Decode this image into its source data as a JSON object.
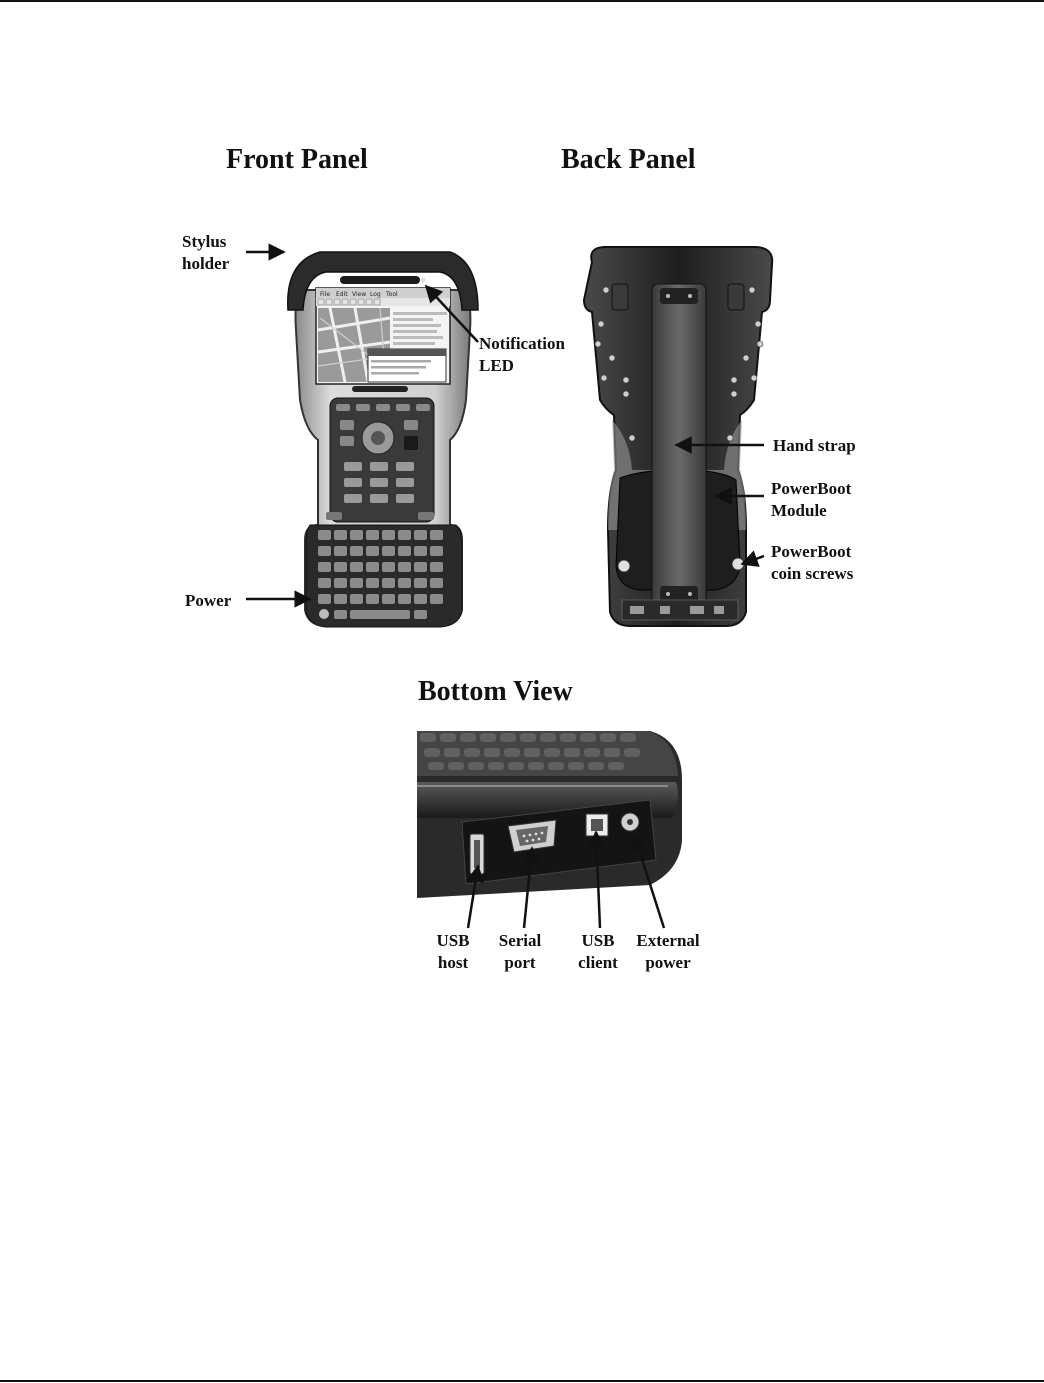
{
  "headings": {
    "front": "Front Panel",
    "back": "Back Panel",
    "bottom": "Bottom View"
  },
  "front_labels": {
    "stylus_1": "Stylus",
    "stylus_2": "holder",
    "notification_1": "Notification",
    "notification_2": "LED",
    "power": "Power"
  },
  "back_labels": {
    "hand_strap": "Hand strap",
    "module_1": "PowerBoot",
    "module_2": "Module",
    "screws_1": "PowerBoot",
    "screws_2": "coin screws"
  },
  "bottom_labels": {
    "usb_host_1": "USB",
    "usb_host_2": "host",
    "serial_1": "Serial",
    "serial_2": "port",
    "usb_client_1": "USB",
    "usb_client_2": "client",
    "ext_power_1": "External",
    "ext_power_2": "power"
  },
  "screen_menu": [
    "File",
    "Edit",
    "View",
    "Log",
    "Tool"
  ],
  "colors": {
    "device_dark": "#2a2a2a",
    "device_mid": "#6e6e6e",
    "device_light": "#d2d2d2",
    "ink": "#111111"
  }
}
